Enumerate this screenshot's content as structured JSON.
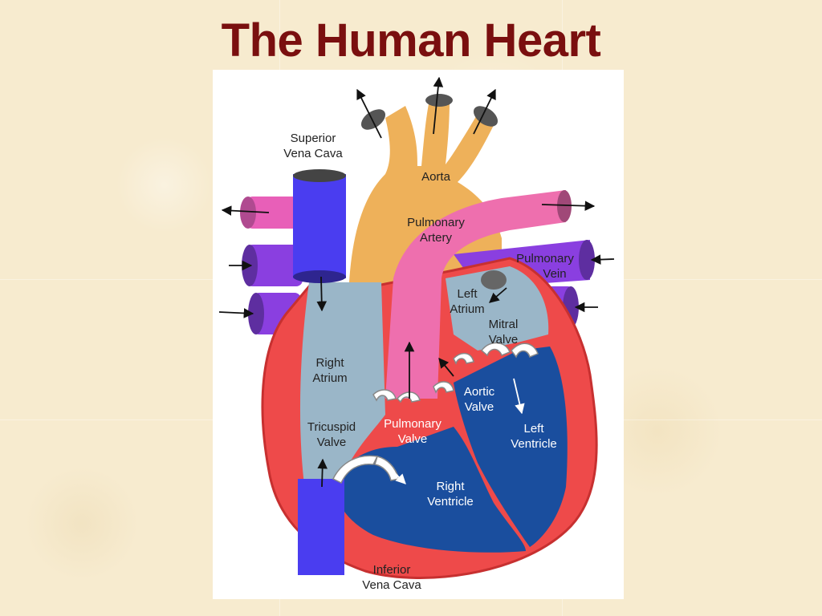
{
  "slide": {
    "title": "The Human Heart",
    "background_color": "#f7ebcf",
    "title_color": "#7a0f0f"
  },
  "diagram": {
    "labels": {
      "superior_vena_cava": [
        "Superior",
        "Vena Cava"
      ],
      "aorta": [
        "Aorta"
      ],
      "pulmonary_artery": [
        "Pulmonary",
        "Artery"
      ],
      "pulmonary_vein": [
        "Pulmonary",
        "Vein"
      ],
      "left_atrium": [
        "Left",
        "Atrium"
      ],
      "mitral_valve": [
        "Mitral",
        "Valve"
      ],
      "right_atrium": [
        "Right",
        "Atrium"
      ],
      "aortic_valve": [
        "Aortic",
        "Valve"
      ],
      "tricuspid_valve": [
        "Tricuspid",
        "Valve"
      ],
      "pulmonary_valve": [
        "Pulmonary",
        "Valve"
      ],
      "left_ventricle": [
        "Left",
        "Ventricle"
      ],
      "right_ventricle": [
        "Right",
        "Ventricle"
      ],
      "inferior_vena_cava": [
        "Inferior",
        "Vena Cava"
      ]
    },
    "colors": {
      "vena_cava": "#4a3df0",
      "aorta": "#eeb15a",
      "pulmonary_artery": "#ee6fae",
      "pulmonary_vein": "#8a3fe0",
      "heart_wall": "#ee4a4a",
      "left_atrium": "#9ab6c8",
      "right_atrium": "#9ab6c8",
      "ventricle": "#1a4e9e",
      "valve": "#ffffff"
    }
  }
}
